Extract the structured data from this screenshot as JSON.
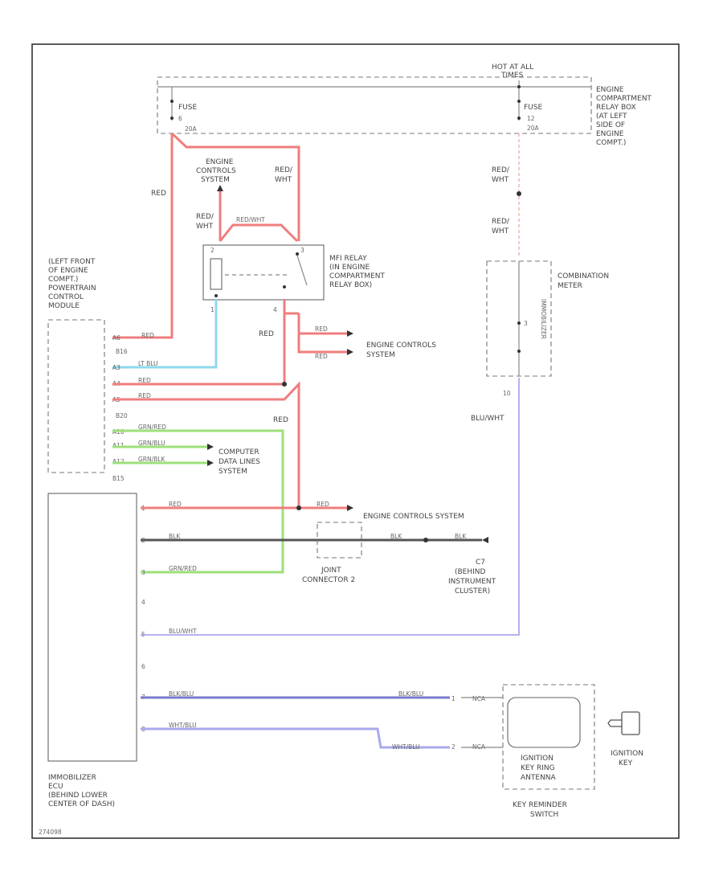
{
  "labels": {
    "hot_at_all": "HOT AT ALL",
    "times": "TIMES",
    "fuse_left": "FUSE",
    "fuse_left_num": "6",
    "fuse_left_amp": "20A",
    "fuse_right": "FUSE",
    "fuse_right_num": "12",
    "fuse_right_amp": "20A",
    "engine_comp_relay_box": [
      "ENGINE",
      "COMPARTMENT",
      "RELAY BOX",
      "(AT LEFT",
      "SIDE OF",
      "ENGINE",
      "COMPT.)"
    ],
    "engine_controls_system_top": [
      "ENGINE",
      "CONTROLS",
      "SYSTEM"
    ],
    "mfi_relay": [
      "MFI RELAY",
      "(IN ENGINE",
      "COMPARTMENT",
      "RELAY BOX)"
    ],
    "pcm": [
      "(LEFT FRONT",
      "OF ENGINE",
      "COMPT.)",
      "POWERTRAIN",
      "CONTROL",
      "MODULE"
    ],
    "engine_controls_system_mid": [
      "ENGINE CONTROLS",
      "SYSTEM"
    ],
    "combination_meter": [
      "COMBINATION",
      "METER"
    ],
    "immobilizer_indicator": "IMMOBILIZER",
    "computer_data_lines": [
      "COMPUTER",
      "DATA LINES",
      "SYSTEM"
    ],
    "engine_controls_system_low": "ENGINE CONTROLS SYSTEM",
    "joint_connector": [
      "JOINT",
      "CONNECTOR 2"
    ],
    "c7_behind": [
      "C7",
      "(BEHIND",
      "INSTRUMENT",
      "CLUSTER)"
    ],
    "immobilizer_ecu": [
      "IMMOBILIZER",
      "ECU",
      "(BEHIND LOWER",
      "CENTER OF DASH)"
    ],
    "ignition_key": [
      "IGNITION",
      "KEY"
    ],
    "ignition_key_ring": [
      "IGNITION",
      "KEY RING",
      "ANTENNA"
    ],
    "key_reminder": [
      "KEY REMINDER",
      "SWITCH"
    ],
    "footer_code": "274098"
  },
  "wires": {
    "red": "RED",
    "red_wht": "RED/WHT",
    "red_wht2": "RED/",
    "wht": "WHT",
    "lt_blu": "LT BLU",
    "grn_red": "GRN/RED",
    "grn_blu": "GRN/BLU",
    "grn_blk": "GRN/BLK",
    "blk": "BLK",
    "blu_wht": "BLU/WHT",
    "blk_blu": "BLK/BLU",
    "wht_blu": "WHT/BLU",
    "nca": "NCA"
  },
  "pins": {
    "pcm_b16": "B16",
    "pcm_b20": "B20",
    "pcm_b15": "B15",
    "p_a6": "A6",
    "p_a3": "A3",
    "p_a4": "A4",
    "p_a5": "A5",
    "p_a10": "A10",
    "p_a11": "A11",
    "p_a12": "A12",
    "ecu_1": "1",
    "ecu_2": "2",
    "ecu_3": "3",
    "ecu_4": "4",
    "ecu_5": "5",
    "ecu_6": "6",
    "ecu_7": "7",
    "ecu_8": "8",
    "relay_1": "1",
    "relay_2": "2",
    "relay_3": "3",
    "relay_4": "4",
    "meter_10": "10",
    "meter_3": "3",
    "sw_1": "1",
    "sw_2": "2"
  },
  "colors": {
    "red_wire": "#f07d7d",
    "lt_blu_wire": "#8fd8ee",
    "grn_wire": "#9ee07a",
    "blk_wire": "#555555",
    "blu_wht_wire": "#b3b3f0",
    "blk_blu_wire": "#7a7ad0"
  }
}
